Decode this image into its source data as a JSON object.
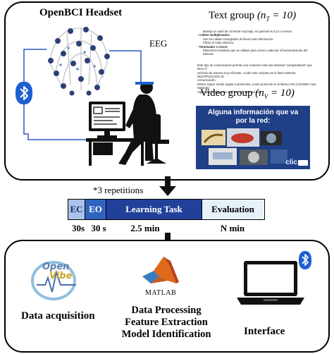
{
  "top": {
    "headset_label": "OpenBCI Headset",
    "eeg_label": "EEG",
    "text_group_label": "Text group",
    "text_group_math": "(n",
    "text_group_sub": "T",
    "text_group_eq": " = 10)",
    "video_group_label": "Video group",
    "video_group_math": "(n",
    "video_group_sub": "V",
    "video_group_eq": " = 10)",
    "video_title_line1": "Alguna información que va",
    "video_title_line2": "por la red:",
    "video_watermark": "clic",
    "text_doc_lines": [
      "Maneja un valor de corriente muy bajo, en general es 0,1A o menos.",
      "- Cables multiplexados:",
      "Son los cables encargados de llevar esta información.",
      "Filtran el ruido eléctrico.",
      "- Terminador o Cierre:",
      "Elementos resistivos que se utilizan para cerrar y adecuar el funcionamiento del sistema.",
      "Este tipo de comunicación permite una conexión entre las diversas \"computadoras\" que tiene el",
      "vehículo de manera muy eficiente, a todo este conjunto se le llama sistema MULTIPLEXADO de",
      "comunicación.",
      "Deben seguir ciertas reglas o protocolos, a este protocolo se le llama CAN (Controller Area Network).",
      "Algunas informaciones que van por esta red son:"
    ]
  },
  "protocol": {
    "repetitions_label": "*3 repetitions",
    "segments": [
      {
        "label": "EC",
        "duration": "30s",
        "color": "#a9c2ea"
      },
      {
        "label": "EO",
        "duration": "30 s",
        "color": "#2f63bf"
      },
      {
        "label": "Learning Task",
        "duration": "2.5 min",
        "color": "#20409a"
      },
      {
        "label": "Evaluation",
        "duration": "N min",
        "color": "#e6f1f8"
      }
    ]
  },
  "bottom": {
    "openvibe_logo_text_1": "Open",
    "openvibe_logo_text_2": "Vibe",
    "data_acquisition_label": "Data acquisition",
    "matlab_logo_text": "MATLAB",
    "processing_line1": "Data Processing",
    "processing_line2": "Feature Extraction",
    "processing_line3": "Model Identification",
    "interface_label": "Interface"
  },
  "colors": {
    "bluetooth": "#1d5fd1",
    "cable": "#2a56c6",
    "arrow": "#111111",
    "video_bg": "#1f3f86"
  },
  "icons": [
    "bluetooth-icon",
    "headset-illustration",
    "computer-user-illustration",
    "openvibe-logo",
    "matlab-logo",
    "laptop-icon",
    "down-arrow-icon"
  ]
}
